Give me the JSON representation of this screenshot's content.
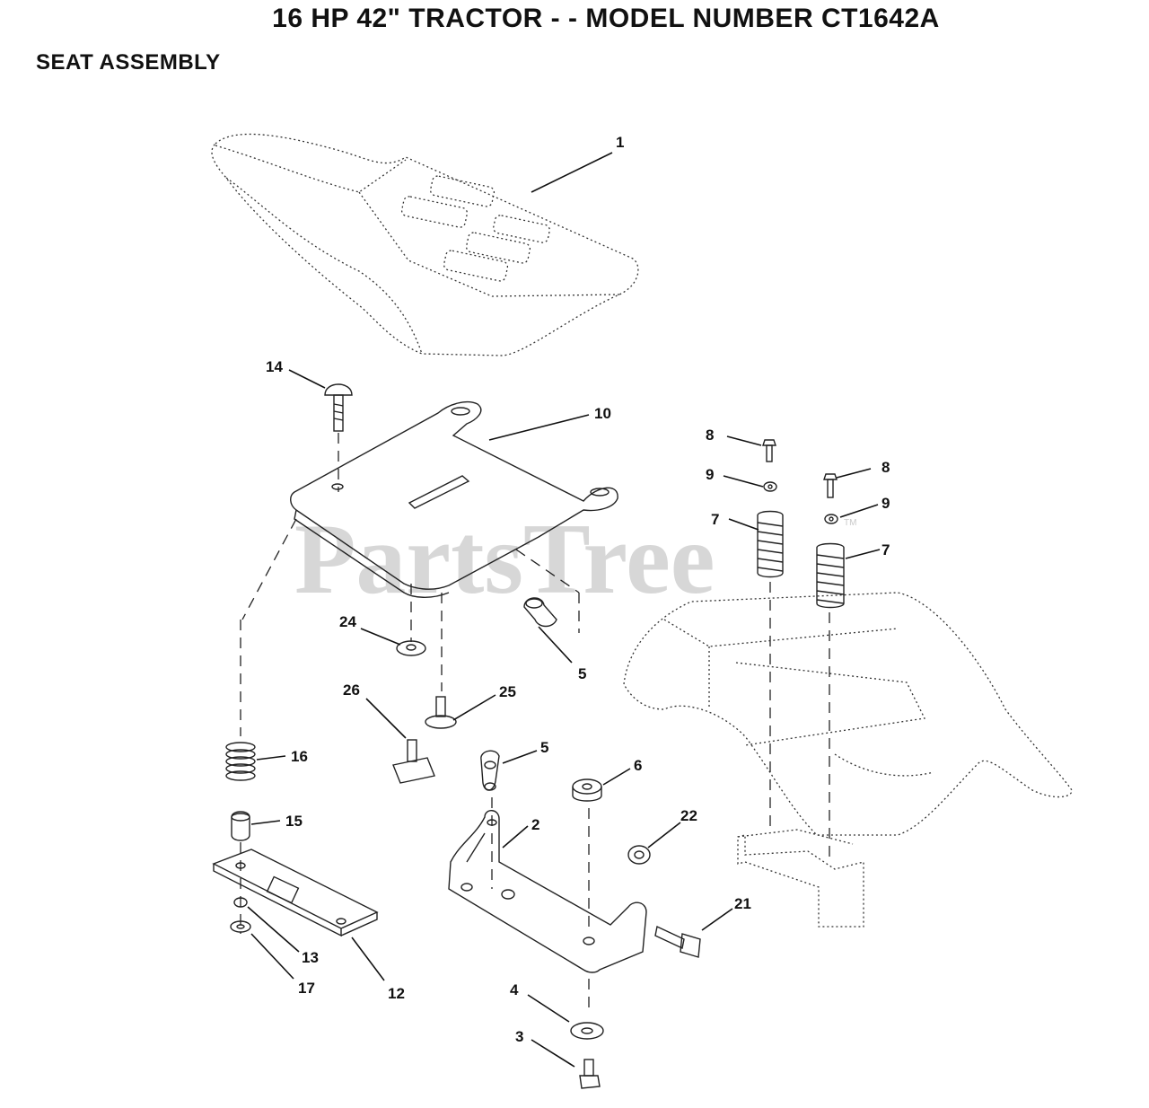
{
  "page": {
    "title": "16 HP 42\" TRACTOR - - MODEL NUMBER CT1642A",
    "subtitle": "SEAT ASSEMBLY",
    "watermark": "PartsTree",
    "watermark_tm": "TM"
  },
  "parts": [
    {
      "id": "seat",
      "label": "1",
      "name": "seat"
    },
    {
      "id": "seat-pan",
      "label": "10",
      "name": "seat-pan"
    },
    {
      "id": "carriage-bolt",
      "label": "14",
      "name": "carriage-bolt"
    },
    {
      "id": "hair-pin-upper",
      "label": "5",
      "name": "hair-pin"
    },
    {
      "id": "washer-24",
      "label": "24",
      "name": "washer"
    },
    {
      "id": "knob-bolt-25",
      "label": "25",
      "name": "bolt"
    },
    {
      "id": "knob-26",
      "label": "26",
      "name": "knob"
    },
    {
      "id": "spring-16",
      "label": "16",
      "name": "spring"
    },
    {
      "id": "bumper-15",
      "label": "15",
      "name": "bumper"
    },
    {
      "id": "slide-plate-12",
      "label": "12",
      "name": "slide-plate"
    },
    {
      "id": "washer-13",
      "label": "13",
      "name": "washer"
    },
    {
      "id": "nut-17",
      "label": "17",
      "name": "nut"
    },
    {
      "id": "hair-pin-lower",
      "label": "5",
      "name": "hair-pin"
    },
    {
      "id": "bracket-2",
      "label": "2",
      "name": "bracket"
    },
    {
      "id": "nut-6",
      "label": "6",
      "name": "nut"
    },
    {
      "id": "bushing-22",
      "label": "22",
      "name": "bushing"
    },
    {
      "id": "bolt-21",
      "label": "21",
      "name": "bolt"
    },
    {
      "id": "washer-4",
      "label": "4",
      "name": "washer"
    },
    {
      "id": "bolt-3",
      "label": "3",
      "name": "bolt"
    },
    {
      "id": "screw-8a",
      "label": "8",
      "name": "screw"
    },
    {
      "id": "washer-9a",
      "label": "9",
      "name": "washer"
    },
    {
      "id": "spring-7a",
      "label": "7",
      "name": "spring"
    },
    {
      "id": "screw-8b",
      "label": "8",
      "name": "screw"
    },
    {
      "id": "washer-9b",
      "label": "9",
      "name": "washer"
    },
    {
      "id": "spring-7b",
      "label": "7",
      "name": "spring"
    }
  ]
}
